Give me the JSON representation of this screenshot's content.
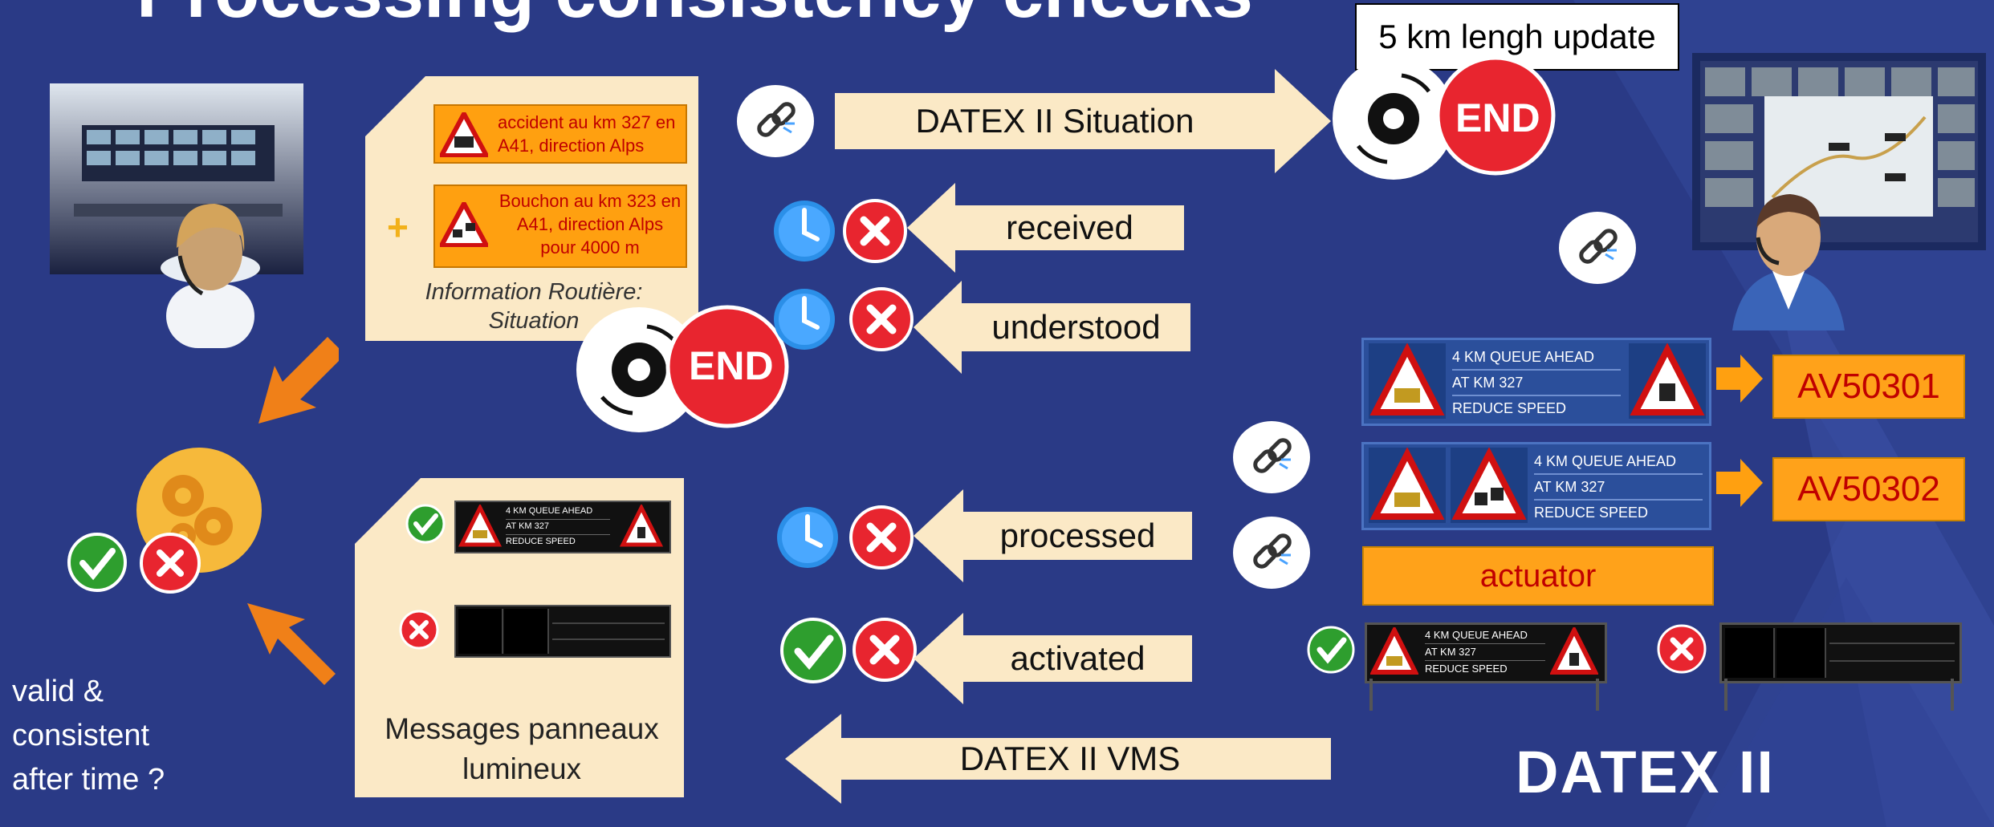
{
  "title": "Processing consistency checks",
  "update_note": "5 km lengh update",
  "end_label": "END",
  "doc_situation": {
    "items": [
      "accident au km 327 en A41, direction Alps",
      "Bouchon au km 323 en A41, direction Alps pour 4000 m"
    ],
    "plus": "+",
    "caption_line1": "Information Routière:",
    "caption_line2": "Situation"
  },
  "messages": {
    "sign_lines": [
      "4 KM QUEUE AHEAD",
      "AT KM 327",
      "REDUCE SPEED"
    ],
    "caption_line1": "Messages panneaux",
    "caption_line2": "lumineux"
  },
  "flows": {
    "situation": "DATEX II Situation",
    "received": "received",
    "understood": "understood",
    "processed": "processed",
    "activated": "activated",
    "vms": "DATEX II VMS"
  },
  "vms_signs": [
    {
      "lines": [
        "4 KM QUEUE AHEAD",
        "AT KM 327",
        "REDUCE SPEED"
      ],
      "code": "AV50301"
    },
    {
      "lines": [
        "4 KM QUEUE AHEAD",
        "AT KM 327",
        "REDUCE SPEED"
      ],
      "code": "AV50302"
    }
  ],
  "actuator": "actuator",
  "roadside_sign_lines": [
    "4 KM QUEUE AHEAD",
    "AT KM 327",
    "REDUCE SPEED"
  ],
  "question": {
    "line1": "valid &",
    "line2": "consistent",
    "line3": "after time ?"
  },
  "brand": "DATEX II",
  "colors": {
    "background": "#2a3a86",
    "accent_orange": "#ffa010",
    "alert_red": "#e8252f",
    "ok_green": "#2e9e2e",
    "clock_blue": "#2b8fe8",
    "doc_cream": "#fbe9c6"
  }
}
